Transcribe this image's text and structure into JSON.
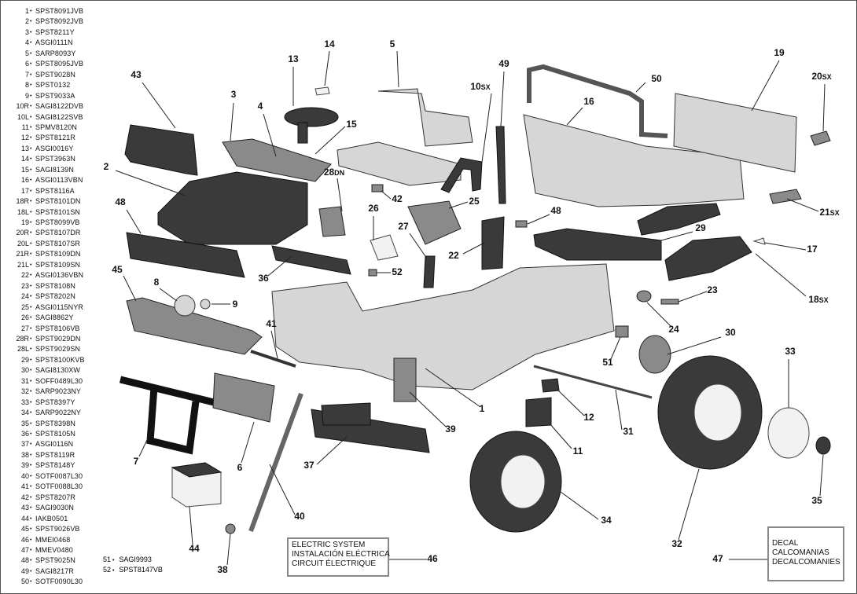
{
  "parts_list": [
    {
      "num": "1",
      "code": "SPST8091JVB"
    },
    {
      "num": "2",
      "code": "SPST8092JVB"
    },
    {
      "num": "3",
      "code": "SPST8211Y"
    },
    {
      "num": "4",
      "code": "ASGI0111N"
    },
    {
      "num": "5",
      "code": "SARP8093Y"
    },
    {
      "num": "6",
      "code": "SPST8095JVB"
    },
    {
      "num": "7",
      "code": "SPST9028N"
    },
    {
      "num": "8",
      "code": "SPST0132"
    },
    {
      "num": "9",
      "code": "SPST9033A"
    },
    {
      "num": "10R",
      "code": "SAGI8122DVB"
    },
    {
      "num": "10L",
      "code": "SAGI8122SVB"
    },
    {
      "num": "11",
      "code": "SPMV8120N"
    },
    {
      "num": "12",
      "code": "SPST8121R"
    },
    {
      "num": "13",
      "code": "ASGI0016Y"
    },
    {
      "num": "14",
      "code": "SPST3963N"
    },
    {
      "num": "15",
      "code": "SAGI8139N"
    },
    {
      "num": "16",
      "code": "ASGI0113VBN"
    },
    {
      "num": "17",
      "code": "SPST8116A"
    },
    {
      "num": "18R",
      "code": "SPST8101DN"
    },
    {
      "num": "18L",
      "code": "SPST8101SN"
    },
    {
      "num": "19",
      "code": "SPST8099VB"
    },
    {
      "num": "20R",
      "code": "SPST8107DR"
    },
    {
      "num": "20L",
      "code": "SPST8107SR"
    },
    {
      "num": "21R",
      "code": "SPST8109DN"
    },
    {
      "num": "21L",
      "code": "SPST8109SN"
    },
    {
      "num": "22",
      "code": "ASGI0136VBN"
    },
    {
      "num": "23",
      "code": "SPST8108N"
    },
    {
      "num": "24",
      "code": "SPST8202N"
    },
    {
      "num": "25",
      "code": "ASGI0115NYR"
    },
    {
      "num": "26",
      "code": "SAGI8862Y"
    },
    {
      "num": "27",
      "code": "SPST8106VB"
    },
    {
      "num": "28R",
      "code": "SPST9029DN"
    },
    {
      "num": "28L",
      "code": "SPST9029SN"
    },
    {
      "num": "29",
      "code": "SPST8100KVB"
    },
    {
      "num": "30",
      "code": "SAGI8130XW"
    },
    {
      "num": "31",
      "code": "SOFF0489L30"
    },
    {
      "num": "32",
      "code": "SARP9023NY"
    },
    {
      "num": "33",
      "code": "SPST8397Y"
    },
    {
      "num": "34",
      "code": "SARP9022NY"
    },
    {
      "num": "35",
      "code": "SPST8398N"
    },
    {
      "num": "36",
      "code": "SPST8105N"
    },
    {
      "num": "37",
      "code": "ASGI0116N"
    },
    {
      "num": "38",
      "code": "SPST8119R"
    },
    {
      "num": "39",
      "code": "SPST8148Y"
    },
    {
      "num": "40",
      "code": "SOTF0087L30"
    },
    {
      "num": "41",
      "code": "SOTF0088L30"
    },
    {
      "num": "42",
      "code": "SPST8207R"
    },
    {
      "num": "43",
      "code": "SAGI9030N"
    },
    {
      "num": "44",
      "code": "IAKB0501"
    },
    {
      "num": "45",
      "code": "SPST9026VB"
    },
    {
      "num": "46",
      "code": "MMEI0468"
    },
    {
      "num": "47",
      "code": "MMEV0480"
    },
    {
      "num": "48",
      "code": "SPST9025N"
    },
    {
      "num": "49",
      "code": "SAGI8217R"
    },
    {
      "num": "50",
      "code": "SOTF0090L30"
    }
  ],
  "extra_parts": [
    {
      "num": "51",
      "code": "SAGI9993"
    },
    {
      "num": "52",
      "code": "SPST8147VB"
    }
  ],
  "callouts": [
    "1",
    "2",
    "3",
    "4",
    "5",
    "6",
    "7",
    "8",
    "9",
    "10SX",
    "11",
    "12",
    "13",
    "14",
    "15",
    "16",
    "17",
    "18SX",
    "19",
    "20SX",
    "21SX",
    "22",
    "23",
    "24",
    "25",
    "26",
    "27",
    "28DN",
    "29",
    "30",
    "31",
    "32",
    "33",
    "34",
    "35",
    "36",
    "37",
    "38",
    "39",
    "40",
    "41",
    "42",
    "43",
    "44",
    "45",
    "46",
    "47",
    "48",
    "48",
    "49",
    "50",
    "51",
    "52"
  ],
  "electric_box": {
    "lines": [
      "ELECTRIC SYSTEM",
      "INSTALACIÓN ELÉCTRICA",
      "CIRCUIT ÉLECTRIQUE"
    ],
    "callout": "46"
  },
  "decal_box": {
    "lines": [
      "DECAL",
      "CALCOMANIAS",
      "DECALCOMANIES"
    ],
    "callout": "47"
  }
}
